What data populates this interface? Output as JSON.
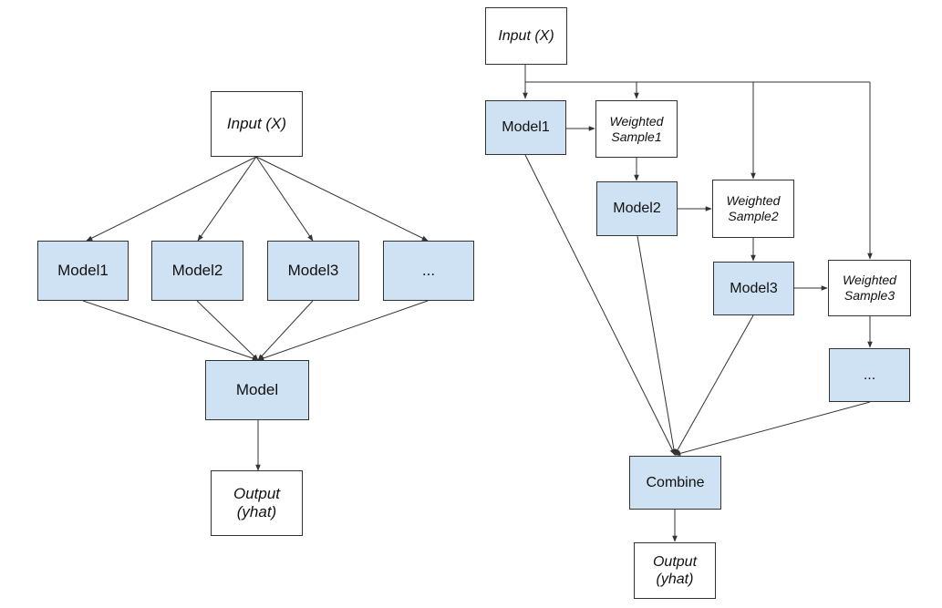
{
  "colors": {
    "model_fill": "#cfe2f3",
    "data_fill": "#ffffff",
    "border": "#333333",
    "arrow": "#333333"
  },
  "stacking": {
    "input": "Input (X)",
    "models": [
      "Model1",
      "Model2",
      "Model3",
      "..."
    ],
    "meta_model": "Model",
    "output": "Output\n(yhat)"
  },
  "boosting": {
    "input": "Input (X)",
    "models": [
      "Model1",
      "Model2",
      "Model3",
      "..."
    ],
    "weighted_samples": [
      "Weighted\nSample1",
      "Weighted\nSample2",
      "Weighted\nSample3"
    ],
    "combine": "Combine",
    "output": "Output\n(yhat)"
  }
}
